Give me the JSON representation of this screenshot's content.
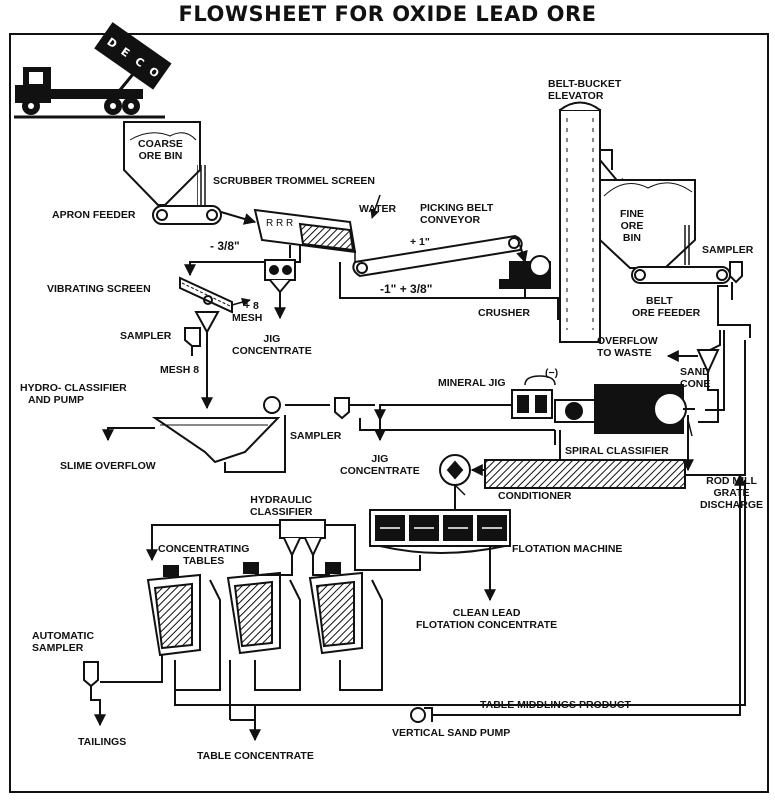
{
  "title": "FLOWSHEET FOR OXIDE LEAD ORE",
  "truck": {
    "letters": [
      "D",
      "E",
      "C",
      "O"
    ]
  },
  "labels": {
    "coarse_ore_bin": [
      "COARSE",
      "ORE BIN"
    ],
    "scrubber_trommel_screen": "SCRUBBER TROMMEL SCREEN",
    "apron_feeder": "APRON FEEDER",
    "water": "WATER",
    "picking_belt_conveyor": [
      "PICKING BELT",
      "CONVEYOR"
    ],
    "plus_one_inch": "+ 1\"",
    "minus_three_eighths": "- 3/8\"",
    "vibrating_screen": "VIBRATING SCREEN",
    "plus_8_mesh": [
      "+ 8",
      "MESH"
    ],
    "minus_one_plus_three_eighths": "-1\"  + 3/8\"",
    "crusher": "CRUSHER",
    "sampler": "SAMPLER",
    "jig_concentrate": [
      "JIG",
      "CONCENTRATE"
    ],
    "mesh_8": "MESH  8",
    "belt_bucket_elevator": [
      "BELT-BUCKET",
      "ELEVATOR"
    ],
    "fine_ore_bin": [
      "FINE",
      "ORE",
      "BIN"
    ],
    "belt_ore_feeder": [
      "BELT",
      "ORE FEEDER"
    ],
    "overflow_to_waste": [
      "OVERFLOW",
      "TO WASTE"
    ],
    "sand_cone": [
      "SAND",
      "CONE"
    ],
    "mineral_jig": "MINERAL JIG",
    "minus_sign": "(−)",
    "hydro_classifier_and_pump": [
      "HYDRO- CLASSIFIER",
      "AND PUMP"
    ],
    "slime_overflow": "SLIME OVERFLOW",
    "spiral_classifier": "SPIRAL CLASSIFIER",
    "rod_mill_grate_discharge": [
      "ROD MILL",
      "GRATE",
      "DISCHARGE"
    ],
    "conditioner": "CONDITIONER",
    "hydraulic_classifier": [
      "HYDRAULIC",
      "CLASSIFIER"
    ],
    "concentrating_tables": [
      "CONCENTRATING",
      "TABLES"
    ],
    "flotation_machine": "FLOTATION MACHINE",
    "clean_lead_flotation_concentrate": [
      "CLEAN  LEAD",
      "FLOTATION CONCENTRATE"
    ],
    "automatic_sampler": [
      "AUTOMATIC",
      "SAMPLER"
    ],
    "tailings": "TAILINGS",
    "table_concentrate": "TABLE CONCENTRATE",
    "vertical_sand_pump": "VERTICAL SAND PUMP",
    "table_middlings_product": "TABLE MIDDLINGS PRODUCT"
  }
}
